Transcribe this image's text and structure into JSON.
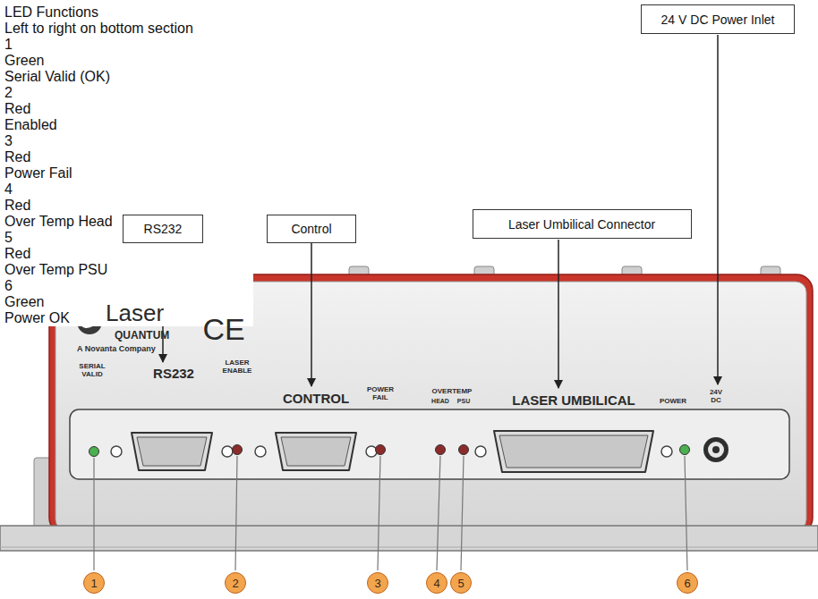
{
  "diagram": {
    "nodes": [
      {
        "text": [
          "LED Functions",
          "Left to right on bottom section",
          "1",
          "Green",
          "Serial Valid (OK)",
          "2",
          "Red",
          "Enabled",
          "3",
          "Red",
          "Power Fail",
          "4",
          "Red",
          "Over Temp Head",
          "5",
          "Red",
          "Over Temp PSU",
          "6",
          "Green",
          "Power OK"
        ]
      },
      {
        "text": [
          "24 V DC Power Inlet"
        ]
      },
      {
        "text": [
          "RS232"
        ]
      },
      {
        "text": [
          "Control"
        ]
      },
      {
        "text": [
          "Laser Umbilical Connector"
        ]
      },
      {
        "text": [
          "1"
        ]
      },
      {
        "text": [
          "2"
        ]
      },
      {
        "text": [
          "3"
        ]
      },
      {
        "text": [
          "4"
        ]
      },
      {
        "text": [
          "5"
        ]
      },
      {
        "text": [
          "6"
        ]
      }
    ],
    "labels": [
      "Laser",
      "QUANTUM",
      "A Novanta Company",
      "CE",
      "SERIAL VALID",
      "RS232",
      "LASER ENABLE",
      "CONTROL",
      "POWER FAIL",
      "OVERTEMP",
      "HEAD",
      "PSU",
      "LASER UMBILICAL",
      "POWER",
      "24V DC"
    ]
  }
}
